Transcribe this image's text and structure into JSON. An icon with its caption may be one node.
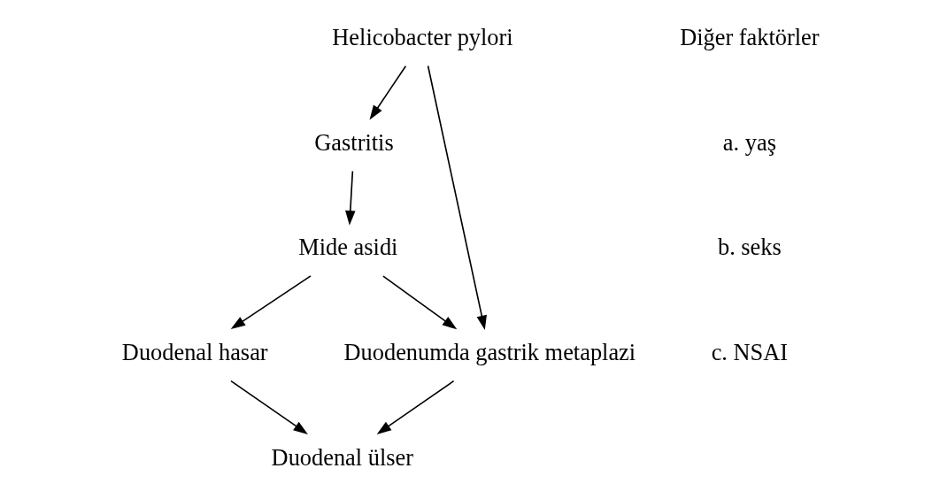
{
  "diagram": {
    "nodes": [
      {
        "text": [
          "Helicobacter pylori"
        ]
      },
      {
        "text": [
          "Gastritis"
        ]
      },
      {
        "text": [
          "Mide asidi"
        ]
      },
      {
        "text": [
          "Duodenal hasar"
        ]
      },
      {
        "text": [
          "Duodenumda gastrik metaplazi"
        ]
      },
      {
        "text": [
          "Duodenal ülser"
        ]
      }
    ],
    "edges": [
      {
        "from": 0,
        "to": 1,
        "arrow": "to"
      },
      {
        "from": 0,
        "to": 4,
        "arrow": "to"
      },
      {
        "from": 1,
        "to": 2,
        "arrow": "to"
      },
      {
        "from": 2,
        "to": 3,
        "arrow": "to"
      },
      {
        "from": 2,
        "to": 4,
        "arrow": "to"
      },
      {
        "from": 3,
        "to": 5,
        "arrow": "to"
      },
      {
        "from": 4,
        "to": 5,
        "arrow": "to"
      }
    ],
    "labels": [
      "Diğer faktörler",
      "a. yaş",
      "b. seks",
      "c. NSAI"
    ]
  }
}
